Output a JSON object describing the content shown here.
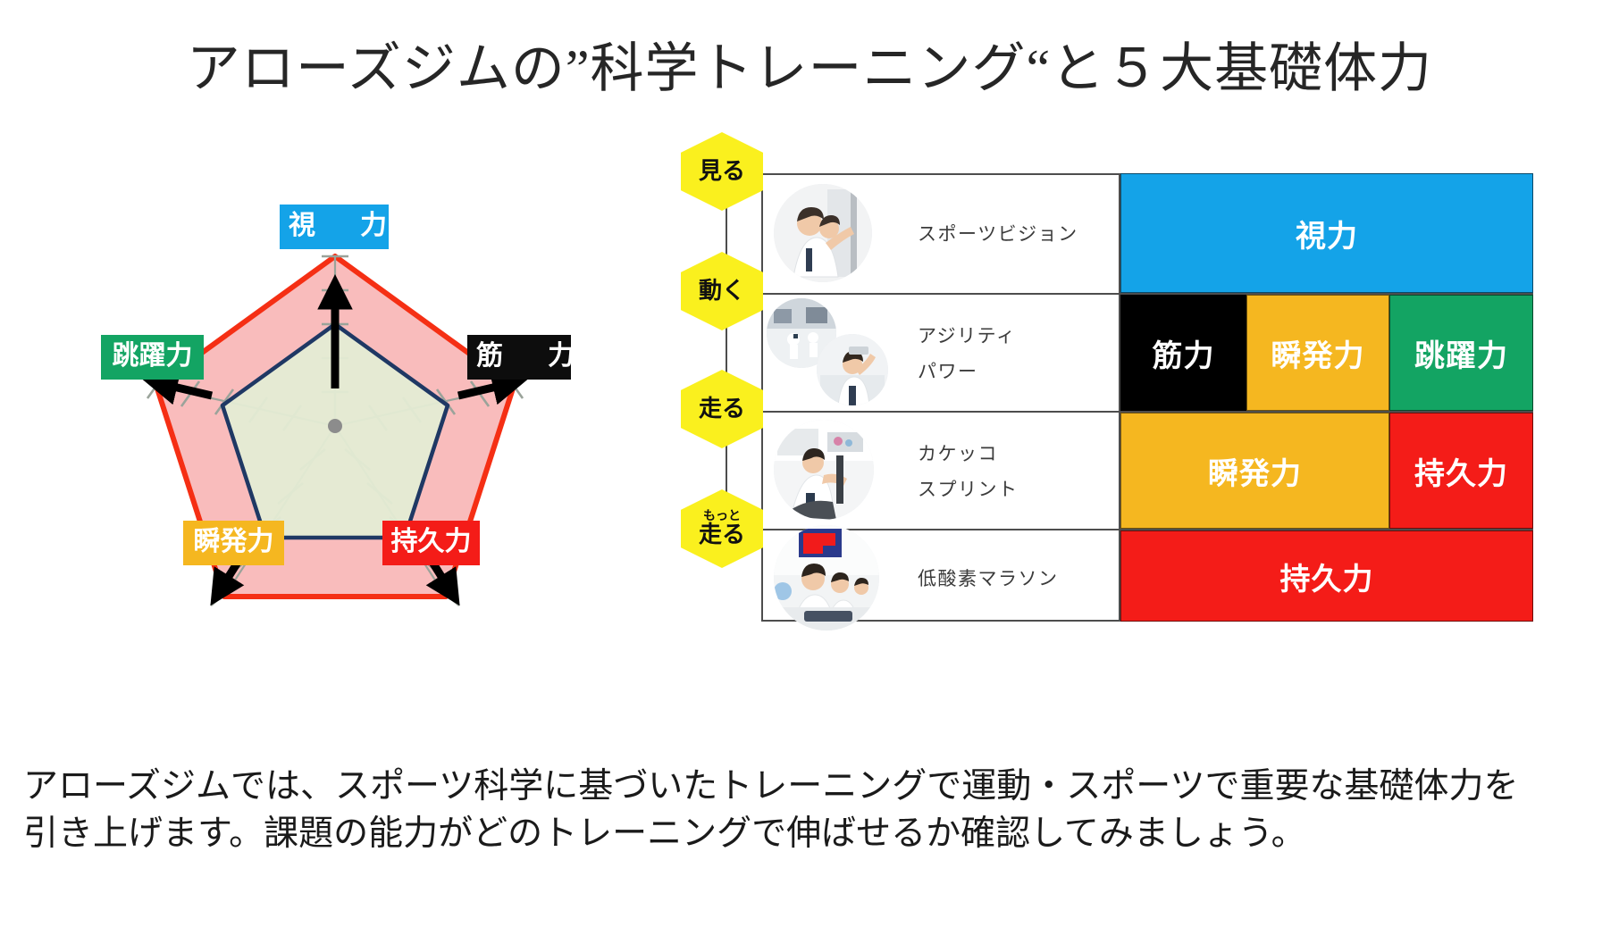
{
  "slide": {
    "title": "アローズジムの”科学トレーニング“と５大基礎体力",
    "body_line1": "アローズジムでは、スポーツ科学に基づいたトレーニングで運動・スポーツで重要な基礎体力を",
    "body_line2": "引き上げます。課題の能力がどのトレーニングで伸ばせるか確認してみましょう。"
  },
  "radar": {
    "labels": [
      {
        "text": "視　力",
        "color": "#14a3e8",
        "axis": "top"
      },
      {
        "text": "筋　力",
        "color": "#0d0d0d",
        "axis": "right"
      },
      {
        "text": "持久力",
        "color": "#f41c18",
        "axis": "bottom-right"
      },
      {
        "text": "瞬発力",
        "color": "#f5b720",
        "axis": "bottom-left"
      },
      {
        "text": "跳躍力",
        "color": "#13a463",
        "axis": "left"
      }
    ],
    "outer_fill": "#f9bcbc",
    "outer_stroke": "#f52f14",
    "inner_fill": "#e4ecd4",
    "inner_stroke": "#1f3864"
  },
  "table": {
    "rows": [
      {
        "hex_label": "見る",
        "hex_sub": "",
        "training": [
          "スポーツビジョン"
        ],
        "capabilities": [
          {
            "label": "視力",
            "color": "#14a3e8",
            "width_pct": 100
          }
        ]
      },
      {
        "hex_label": "動く",
        "hex_sub": "",
        "training": [
          "アジリティ",
          "パワー"
        ],
        "capabilities": [
          {
            "label": "筋力",
            "color": "#000000",
            "width_pct": 30.5
          },
          {
            "label": "瞬発力",
            "color": "#f5b720",
            "width_pct": 34.7
          },
          {
            "label": "跳躍力",
            "color": "#13a463",
            "width_pct": 34.8
          }
        ]
      },
      {
        "hex_label": "走る",
        "hex_sub": "",
        "training": [
          "カケッコ",
          "スプリント"
        ],
        "capabilities": [
          {
            "label": "瞬発力",
            "color": "#f5b720",
            "width_pct": 65.2
          },
          {
            "label": "持久力",
            "color": "#f41c18",
            "width_pct": 34.8
          }
        ]
      },
      {
        "hex_label": "走る",
        "hex_sub": "もっと",
        "training": [
          "低酸素マラソン"
        ],
        "capabilities": [
          {
            "label": "持久力",
            "color": "#f41c18",
            "width_pct": 100
          }
        ]
      }
    ]
  }
}
